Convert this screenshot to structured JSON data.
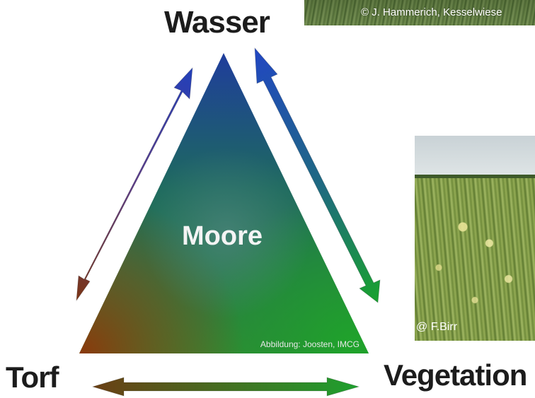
{
  "labels": {
    "top": "Wasser",
    "left": "Torf",
    "right": "Vegetation",
    "center": "Moore"
  },
  "credits": {
    "figure": "Abbildung: Joosten, IMCG",
    "photo_top": "© J. Hammerich, Kesselwiese",
    "photo_right": "@ F.Birr"
  },
  "colors": {
    "top_blue": "#1f3d9c",
    "bottom_left_brown": "#7a3a12",
    "bottom_right_green": "#1f9a2e",
    "label_text": "#1c1c1c"
  }
}
